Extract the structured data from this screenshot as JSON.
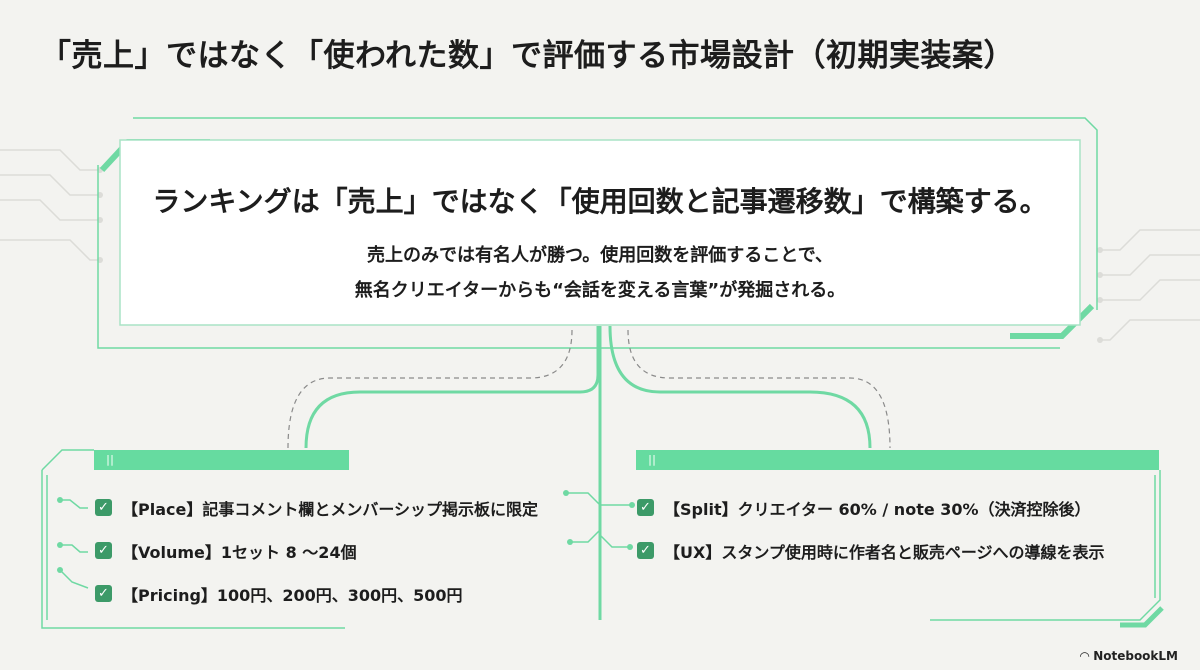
{
  "slide": {
    "title": "「売上」ではなく「使われた数」で評価する市場設計（初期実装案）"
  },
  "hero": {
    "headline": "ランキングは「売上」ではなく「使用回数と記事遷移数」で構築する。",
    "body_line1": "売上のみでは有名人が勝つ。使用回数を評価することで、",
    "body_line2": "無名クリエイターからも“会話を変える言葉”が発掘される。"
  },
  "left_card": {
    "bar_mark": "||",
    "items": [
      {
        "text": "【Place】記事コメント欄とメンバーシップ掲示板に限定"
      },
      {
        "text": "【Volume】1セット 8 〜24個"
      },
      {
        "text": "【Pricing】100円、200円、300円、500円"
      }
    ]
  },
  "right_card": {
    "bar_mark": "||",
    "items": [
      {
        "text": "【Split】クリエイター 60% / note 30%（決済控除後）"
      },
      {
        "text": "【UX】スタンプ使用時に作者名と販売ページへの導線を表示"
      }
    ]
  },
  "check_glyph": "✓",
  "colors": {
    "accent": "#66dba0",
    "check": "#3c9a68",
    "line": "#6fd9a3",
    "background": "#f3f3f0"
  },
  "brand": {
    "icon": "notebooklm-logo-icon",
    "label": "NotebookLM"
  }
}
